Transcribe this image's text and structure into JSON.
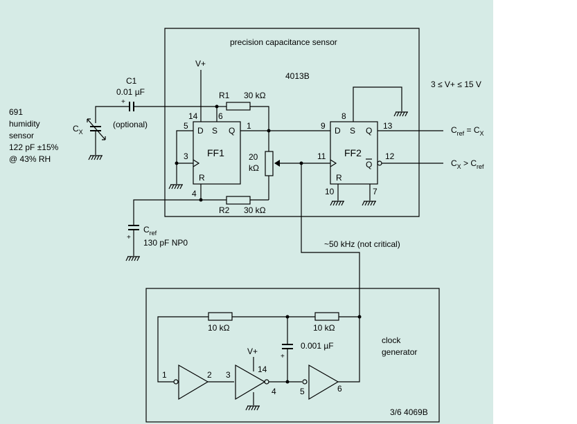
{
  "diagram": {
    "title": "precision capacitance sensor",
    "ic_upper": "4013B",
    "supply_range": "3 ≤ V+ ≤ 15 V",
    "vplus": "V+",
    "c1_name": "C1",
    "c1_value": "0.01 µF",
    "c1_optional": "(optional)",
    "sensor_lines": [
      "691",
      "humidity",
      "sensor",
      "122 pF ±15%",
      "@ 43% RH"
    ],
    "cx_main": "C",
    "cx_sub": "X",
    "r1_name": "R1",
    "r1_value": "30 kΩ",
    "r2_name": "R2",
    "r2_value": "30 kΩ",
    "pot_value_1": "20",
    "pot_value_2": "kΩ",
    "ff1": {
      "label": "FF1",
      "D": "D",
      "S": "S",
      "Q": "Q",
      "R": "R",
      "pins": [
        "14",
        "6",
        "5",
        "1",
        "3",
        "4"
      ]
    },
    "ff2": {
      "label": "FF2",
      "D": "D",
      "S": "S",
      "Q": "Q",
      "Qbar": "Q",
      "R": "R",
      "pins": [
        "8",
        "9",
        "13",
        "11",
        "12",
        "10",
        "7"
      ]
    },
    "out1": {
      "c1": "C",
      "s1": "ref",
      "mid": " = C",
      "s2": "X"
    },
    "out2": {
      "c1": "C",
      "s1": "X",
      "mid": " > C",
      "s2": "ref"
    },
    "cref": {
      "c": "C",
      "s": "ref",
      "value": "130 pF NP0"
    },
    "clock_freq": "~50 kHz (not critical)",
    "clock": {
      "title_1": "clock",
      "title_2": "generator",
      "r_left": "10 kΩ",
      "r_right": "10 kΩ",
      "cap": "0.001 µF",
      "ic": "3/6 4069B",
      "vplus": "V+",
      "pins": [
        "1",
        "2",
        "3",
        "14",
        "4",
        "5",
        "6"
      ]
    }
  }
}
